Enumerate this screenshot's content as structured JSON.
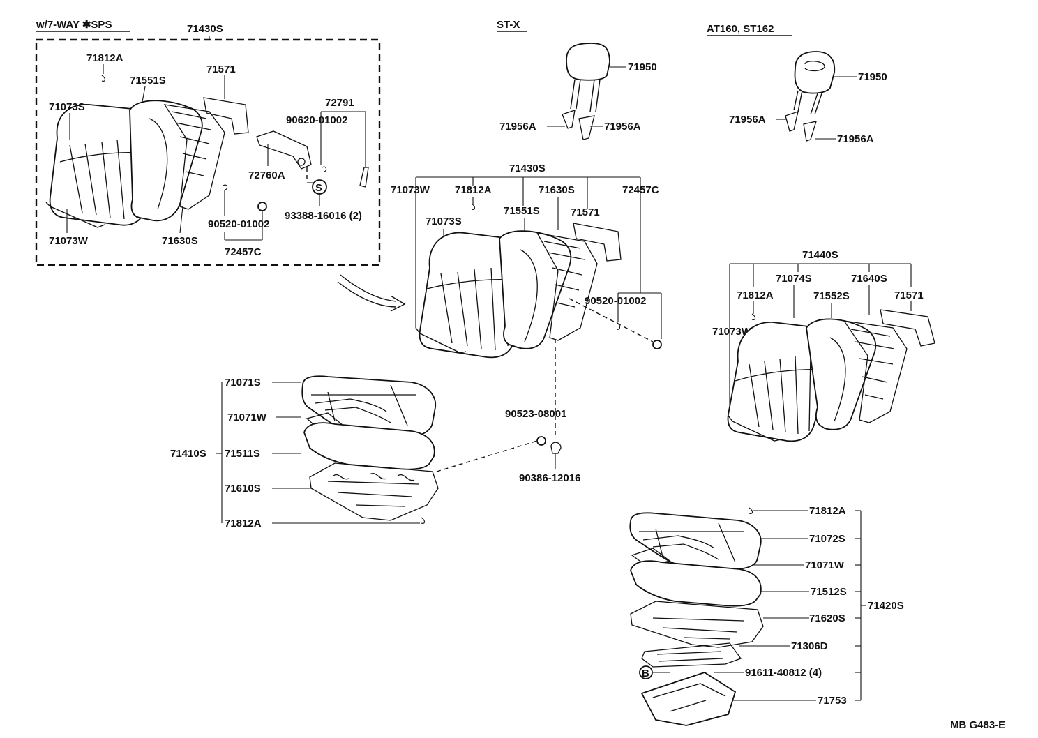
{
  "headers": {
    "sps": "w/7-WAY ✱SPS",
    "stx": "ST-X",
    "at160": "AT160, ST162"
  },
  "footer_code": "MB G483-E",
  "labels": {
    "box_71430S": "71430S",
    "box_71812A": "71812A",
    "box_71551S": "71551S",
    "box_71571": "71571",
    "box_71073S": "71073S",
    "box_72791": "72791",
    "box_90620": "90620-01002",
    "box_72760A": "72760A",
    "box_93388": "93388-16016 (2)",
    "box_71073W": "71073W",
    "box_71630S": "71630S",
    "box_90520": "90520-01002",
    "box_72457C": "72457C",
    "box_s_circle": "S",
    "stx_71950": "71950",
    "stx_71956A_l": "71956A",
    "stx_71956A_r": "71956A",
    "at_71950": "71950",
    "at_71956A_l": "71956A",
    "at_71956A_r": "71956A",
    "m_71430S": "71430S",
    "m_71073W": "71073W",
    "m_71812A": "71812A",
    "m_71630S": "71630S",
    "m_72457C": "72457C",
    "m_71551S": "71551S",
    "m_71571": "71571",
    "m_71073S": "71073S",
    "m_90520": "90520-01002",
    "m_90523": "90523-08001",
    "m_90386": "90386-12016",
    "r_71440S": "71440S",
    "r_71812A": "71812A",
    "r_71074S": "71074S",
    "r_71640S": "71640S",
    "r_71552S": "71552S",
    "r_71571": "71571",
    "r_71073W": "71073W",
    "c_71071S": "71071S",
    "c_71071W": "71071W",
    "c_71410S": "71410S",
    "c_71511S": "71511S",
    "c_71610S": "71610S",
    "c_71812A": "71812A",
    "br_71812A": "71812A",
    "br_71072S": "71072S",
    "br_71071W": "71071W",
    "br_71512S": "71512S",
    "br_71620S": "71620S",
    "br_71420S": "71420S",
    "br_71306D": "71306D",
    "br_91611": "91611-40812 (4)",
    "br_71753": "71753",
    "br_b_circle": "B"
  }
}
